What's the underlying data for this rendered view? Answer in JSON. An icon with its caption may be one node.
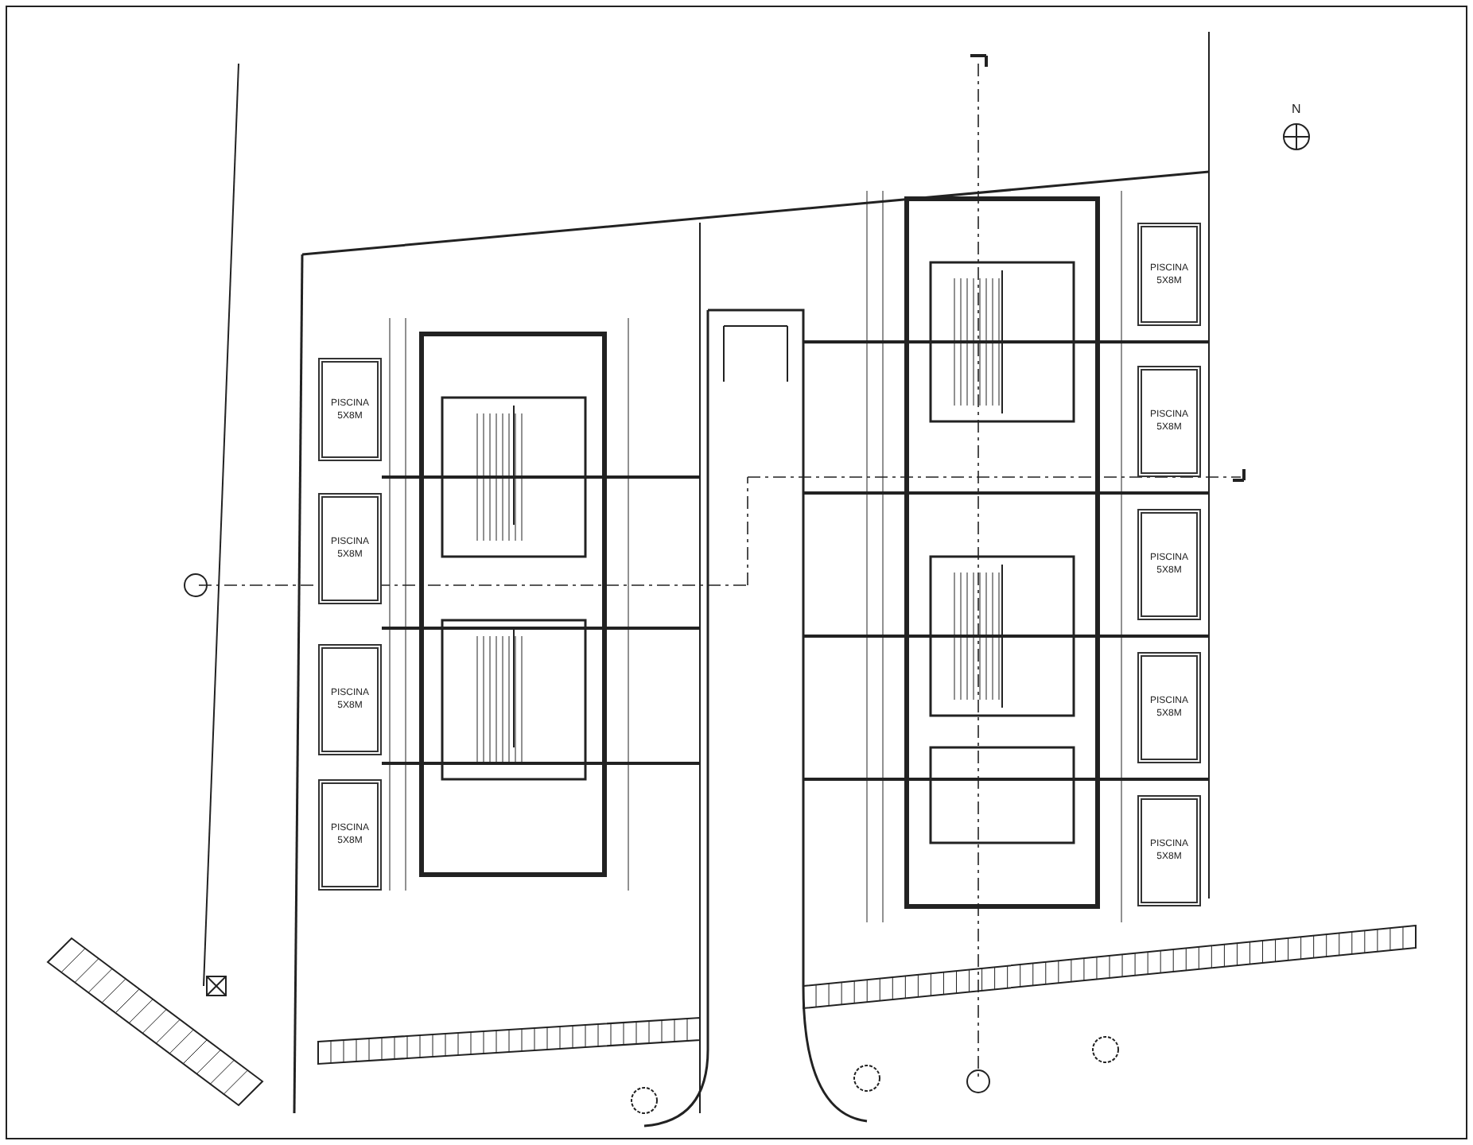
{
  "diagram": {
    "nodes": [
      {
        "text": [
          "PISCINA 5X8M"
        ]
      },
      {
        "text": [
          "PISCINA 5X8M"
        ]
      },
      {
        "text": [
          "PISCINA 5X8M"
        ]
      },
      {
        "text": [
          "PISCINA 5X8M"
        ]
      },
      {
        "text": [
          "PISCINA 5X8M"
        ]
      },
      {
        "text": [
          "PISCINA 5X8M"
        ]
      },
      {
        "text": [
          "PISCINA 5X8M"
        ]
      },
      {
        "text": [
          "PISCINA 5X8M"
        ]
      },
      {
        "text": [
          "PISCINA 5X8M"
        ]
      }
    ],
    "labels": [
      "N"
    ]
  }
}
